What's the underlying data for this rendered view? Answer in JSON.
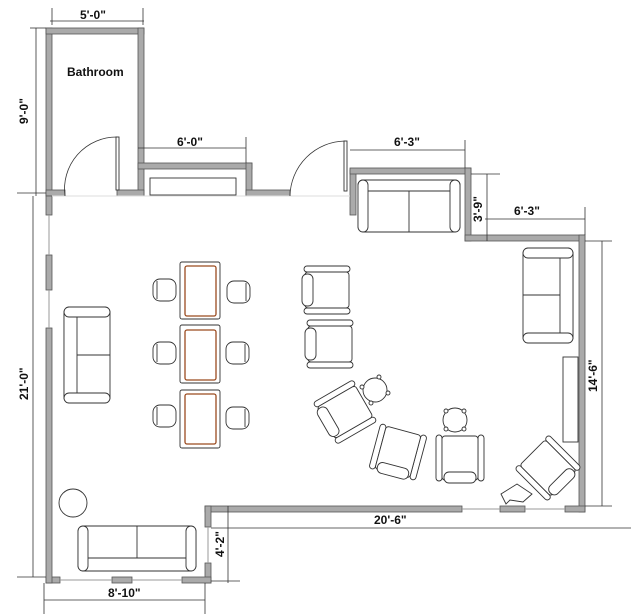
{
  "rooms": {
    "bathroom": "Bathroom"
  },
  "dimensions": {
    "bath_width": "5'-0\"",
    "bath_height": "9'-0\"",
    "closet_width": "6'-0\"",
    "alcove_width": "6'-3\"",
    "step_height": "3'-9\"",
    "right_top_width": "6'-3\"",
    "right_height": "14'-6\"",
    "left_height": "21'-0\"",
    "bottom_right_width": "20'-6\"",
    "bottom_step_height": "4'-2\"",
    "bottom_left_width": "8'-10\""
  },
  "colors": {
    "wall": "#aaaaaa",
    "table_inlay": "#9a4a1f"
  }
}
